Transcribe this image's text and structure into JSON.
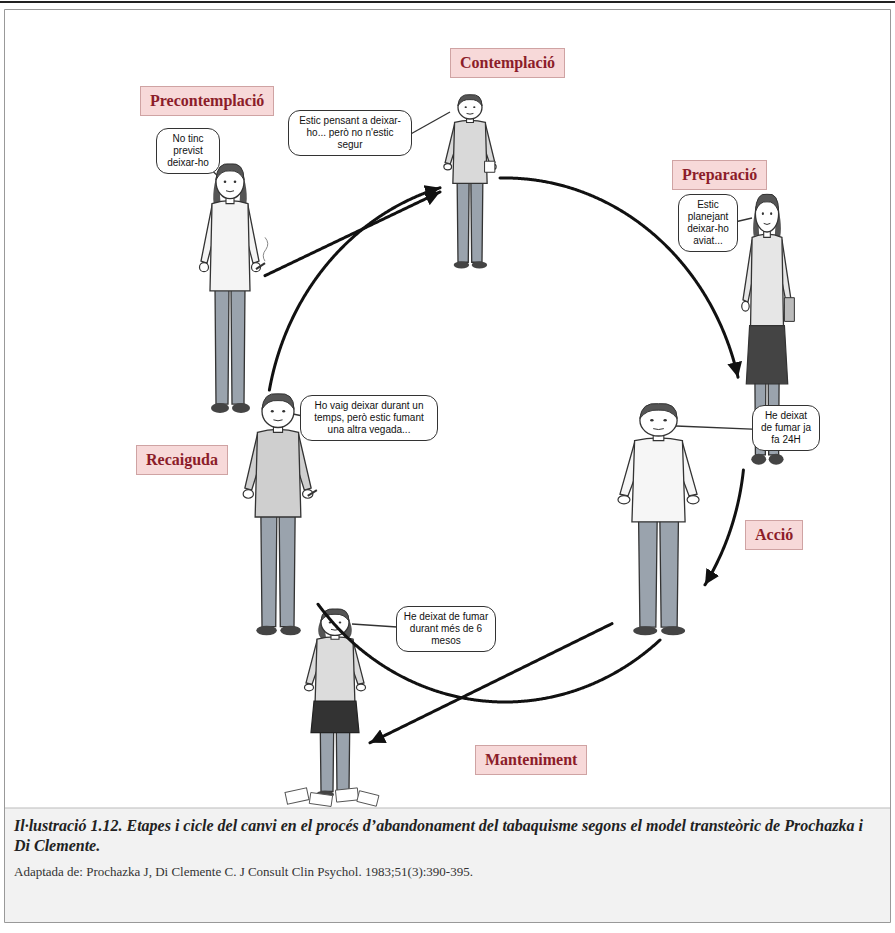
{
  "diagram": {
    "caption": "Il·lustració 1.12. Etapes i cicle del canvi en el procés d’abandonament del tabaquisme segons el model transteòric de Prochazka i Di Clemente.",
    "nodes": [
      {
        "text": [
          "Precontemplació",
          "No tinc previst deixar-ho"
        ]
      },
      {
        "text": [
          "Contemplació",
          "Estic pensant a deixar-ho... però no n'estic segur"
        ]
      },
      {
        "text": [
          "Preparació",
          "Estic planejant deixar-ho aviat..."
        ]
      },
      {
        "text": [
          "Acció",
          "He deixat de fumar ja fa 24H"
        ]
      },
      {
        "text": [
          "Manteniment",
          "He deixat de fumar durant més de 6 mesos"
        ]
      },
      {
        "text": [
          "Recaiguda",
          "Ho vaig deixar durant un temps, però estic fumant una altra vegada..."
        ]
      }
    ],
    "edges": [
      {
        "from": 0,
        "to": 1,
        "arrow": "to"
      },
      {
        "from": 1,
        "to": 2,
        "arrow": "to"
      },
      {
        "from": 2,
        "to": 3,
        "arrow": "to"
      },
      {
        "from": 3,
        "to": 4,
        "arrow": "to"
      },
      {
        "from": 3,
        "to": 5,
        "arrow": "none"
      },
      {
        "from": 5,
        "to": 1,
        "arrow": "to"
      }
    ],
    "labels": [
      "Adaptada de: Prochazka J, Di Clemente C. J Consult Clin Psychol. 1983;51(3):390-395."
    ]
  }
}
